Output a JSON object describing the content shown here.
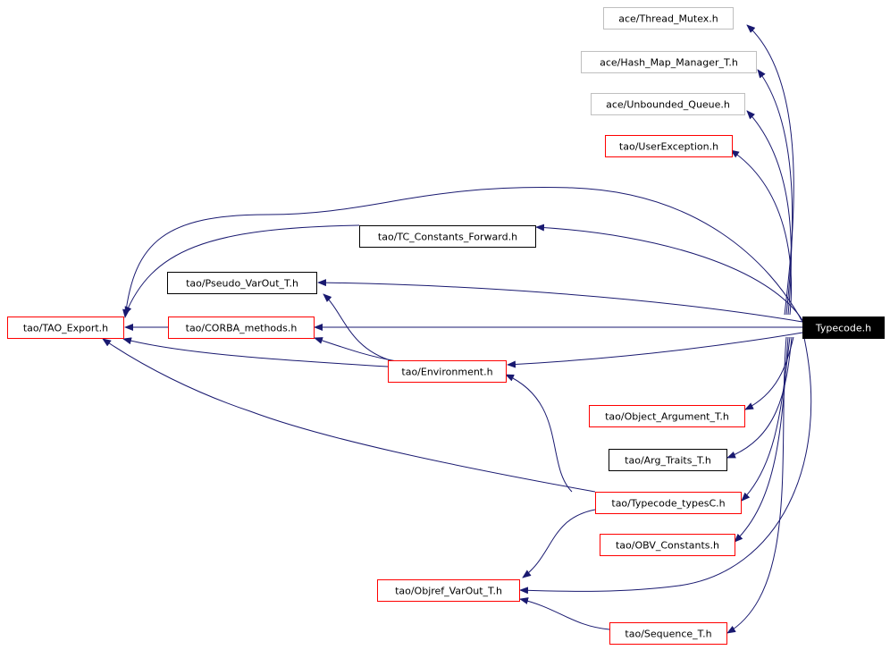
{
  "graph": {
    "nodes": [
      {
        "id": "typecode",
        "label": "Typecode.h",
        "style": "current"
      },
      {
        "id": "thread_mutex",
        "label": "ace/Thread_Mutex.h",
        "style": "external"
      },
      {
        "id": "hash_map",
        "label": "ace/Hash_Map_Manager_T.h",
        "style": "external"
      },
      {
        "id": "unbounded_queue",
        "label": "ace/Unbounded_Queue.h",
        "style": "external"
      },
      {
        "id": "user_exception",
        "label": "tao/UserException.h",
        "style": "linked"
      },
      {
        "id": "tc_constants",
        "label": "tao/TC_Constants_Forward.h",
        "style": "plain"
      },
      {
        "id": "pseudo_varout",
        "label": "tao/Pseudo_VarOut_T.h",
        "style": "plain"
      },
      {
        "id": "tao_export",
        "label": "tao/TAO_Export.h",
        "style": "linked"
      },
      {
        "id": "corba_methods",
        "label": "tao/CORBA_methods.h",
        "style": "linked"
      },
      {
        "id": "environment",
        "label": "tao/Environment.h",
        "style": "linked"
      },
      {
        "id": "object_argument",
        "label": "tao/Object_Argument_T.h",
        "style": "linked"
      },
      {
        "id": "arg_traits",
        "label": "tao/Arg_Traits_T.h",
        "style": "plain"
      },
      {
        "id": "typecode_typesc",
        "label": "tao/Typecode_typesC.h",
        "style": "linked"
      },
      {
        "id": "obv_constants",
        "label": "tao/OBV_Constants.h",
        "style": "linked"
      },
      {
        "id": "objref_varout",
        "label": "tao/Objref_VarOut_T.h",
        "style": "linked"
      },
      {
        "id": "sequence_t",
        "label": "tao/Sequence_T.h",
        "style": "linked"
      }
    ]
  },
  "colors": {
    "edge": "#191970",
    "linked_border": "#ff0000",
    "external_border": "#bfbfbf",
    "plain_border": "#000000",
    "current_fill": "#000000",
    "current_text": "#ffffff"
  }
}
